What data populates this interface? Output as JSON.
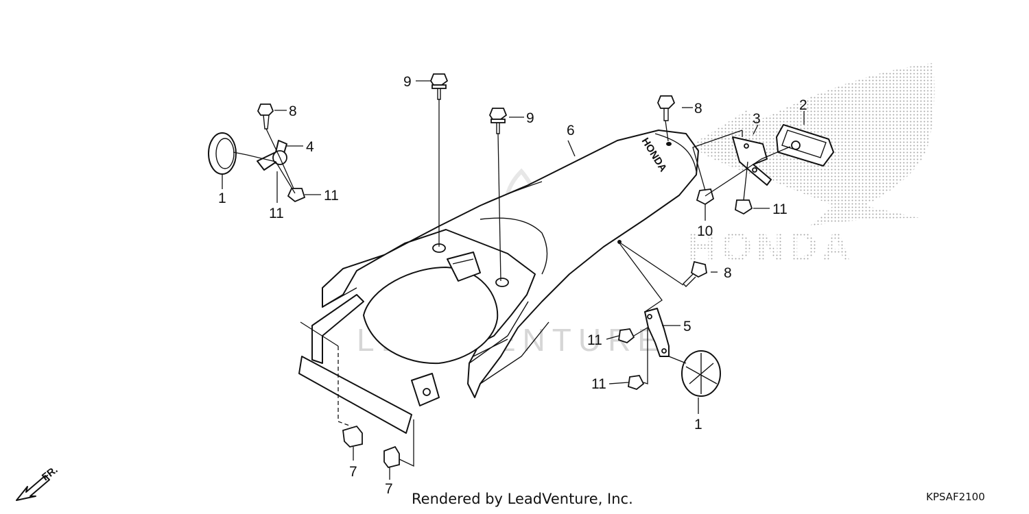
{
  "diagram": {
    "callouts": [
      {
        "id": "c9a",
        "label": "9"
      },
      {
        "id": "c9b",
        "label": "9"
      },
      {
        "id": "c8a",
        "label": "8"
      },
      {
        "id": "c8b",
        "label": "8"
      },
      {
        "id": "c8c",
        "label": "8"
      },
      {
        "id": "c6",
        "label": "6"
      },
      {
        "id": "c4",
        "label": "4"
      },
      {
        "id": "c1a",
        "label": "1"
      },
      {
        "id": "c1b",
        "label": "1"
      },
      {
        "id": "c11a",
        "label": "11"
      },
      {
        "id": "c11b",
        "label": "11"
      },
      {
        "id": "c11c",
        "label": "11"
      },
      {
        "id": "c11d",
        "label": "11"
      },
      {
        "id": "c11e",
        "label": "11"
      },
      {
        "id": "c3",
        "label": "3"
      },
      {
        "id": "c2",
        "label": "2"
      },
      {
        "id": "c10",
        "label": "10"
      },
      {
        "id": "c5",
        "label": "5"
      },
      {
        "id": "c7a",
        "label": "7"
      },
      {
        "id": "c7b",
        "label": "7"
      }
    ],
    "fender_brand": "HONDA",
    "front_arrow_label": "FR.",
    "watermark_brand": "HONDA",
    "watermark_text": "LEADVENTURE"
  },
  "footer": {
    "rendered_by": "Rendered by LeadVenture, Inc.",
    "diagram_code": "KPSAF2100"
  },
  "colors": {
    "ink": "#111111",
    "watermark": "#c8c8c8"
  }
}
